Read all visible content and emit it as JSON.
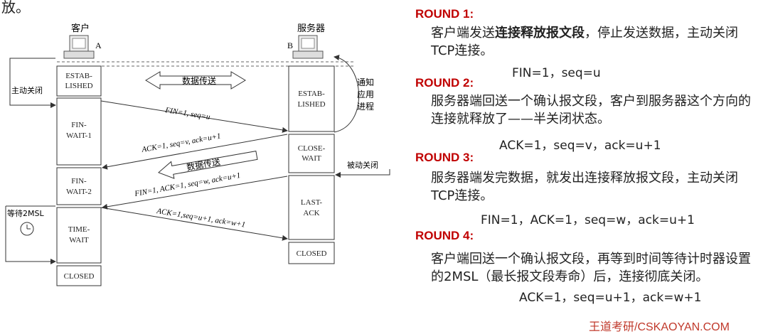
{
  "top_text": "放。",
  "diagram": {
    "client_label": "客户",
    "server_label": "服务器",
    "client_letter": "A",
    "server_letter": "B",
    "active_close": "主动关闭",
    "passive_close": "被动关闭",
    "notify_app": [
      "通知",
      "应用",
      "进程"
    ],
    "wait_2msl": "等待2MSL",
    "data_transfer": "数据传送",
    "client_states": [
      [
        "ESTAB-",
        "LISHED"
      ],
      [
        "FIN-",
        "WAIT-1"
      ],
      [
        "FIN-",
        "WAIT-2"
      ],
      [
        "TIME-",
        "WAIT"
      ],
      [
        "CLOSED"
      ]
    ],
    "server_states": [
      [
        "ESTAB-",
        "LISHED"
      ],
      [
        "CLOSE-",
        "WAIT"
      ],
      [
        "LAST-",
        "ACK"
      ],
      [
        "CLOSED"
      ]
    ],
    "segments": [
      "FIN=1, seq=u",
      "ACK=1, seq=v, ack=u+1",
      "FIN=1, ACK=1, seq=w, ack=u+1",
      "ACK=1,seq=u+1, ack=w+1"
    ]
  },
  "rounds": [
    {
      "title": "ROUND 1:",
      "text_pre": "客户端发送",
      "text_bold": "连接释放报文段",
      "text_post": "，停止发送数据，主动关闭TCP连接。",
      "formula": "FIN=1，seq=u"
    },
    {
      "title": "ROUND 2:",
      "text": "服务器端回送一个确认报文段，客户到服务器这个方向的连接就释放了——半关闭状态。",
      "formula": "ACK=1，seq=v，ack=u+1"
    },
    {
      "title": "ROUND 3:",
      "text": "服务器端发完数据，就发出连接释放报文段，主动关闭TCP连接。",
      "formula": "FIN=1，ACK=1，seq=w，ack=u+1"
    },
    {
      "title": "ROUND 4:",
      "text": "客户端回送一个确认报文段，再等到时间等待计时器设置的2MSL（最长报文段寿命）后，连接彻底关闭。",
      "formula": "ACK=1，seq=u+1，ack=w+1"
    }
  ],
  "brand": "王道考研/CSKAOYAN.COM"
}
